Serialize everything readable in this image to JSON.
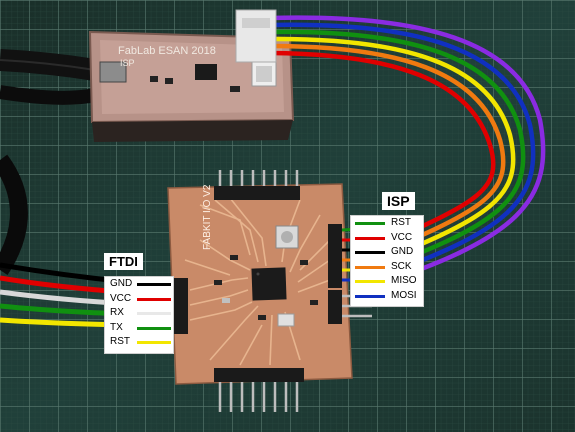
{
  "board": {
    "top_label": "FabLab ESAN 2018",
    "top_sublabel": "ISP",
    "main_label": "FABKIT I/O V2"
  },
  "ftdi": {
    "title": "FTDI",
    "pins": [
      {
        "label": "GND",
        "color": "#000000"
      },
      {
        "label": "VCC",
        "color": "#e00000"
      },
      {
        "label": "RX",
        "color": "#e8e8e8"
      },
      {
        "label": "TX",
        "color": "#109010"
      },
      {
        "label": "RST",
        "color": "#f2e600"
      }
    ]
  },
  "isp": {
    "title": "ISP",
    "pins": [
      {
        "label": "RST",
        "color": "#109010"
      },
      {
        "label": "VCC",
        "color": "#e00000"
      },
      {
        "label": "GND",
        "color": "#000000"
      },
      {
        "label": "SCK",
        "color": "#f07a10"
      },
      {
        "label": "MISO",
        "color": "#f2e600"
      },
      {
        "label": "MOSI",
        "color": "#1030c0"
      }
    ]
  },
  "colors": {
    "mat": "#1f3a33",
    "grid": "#4d6b62",
    "pcb": "#c98a68",
    "trace": "#e7b48e",
    "ribbon": [
      "#8a2be2",
      "#1030c0",
      "#109010",
      "#f2e600",
      "#f07a10",
      "#e00000"
    ]
  }
}
